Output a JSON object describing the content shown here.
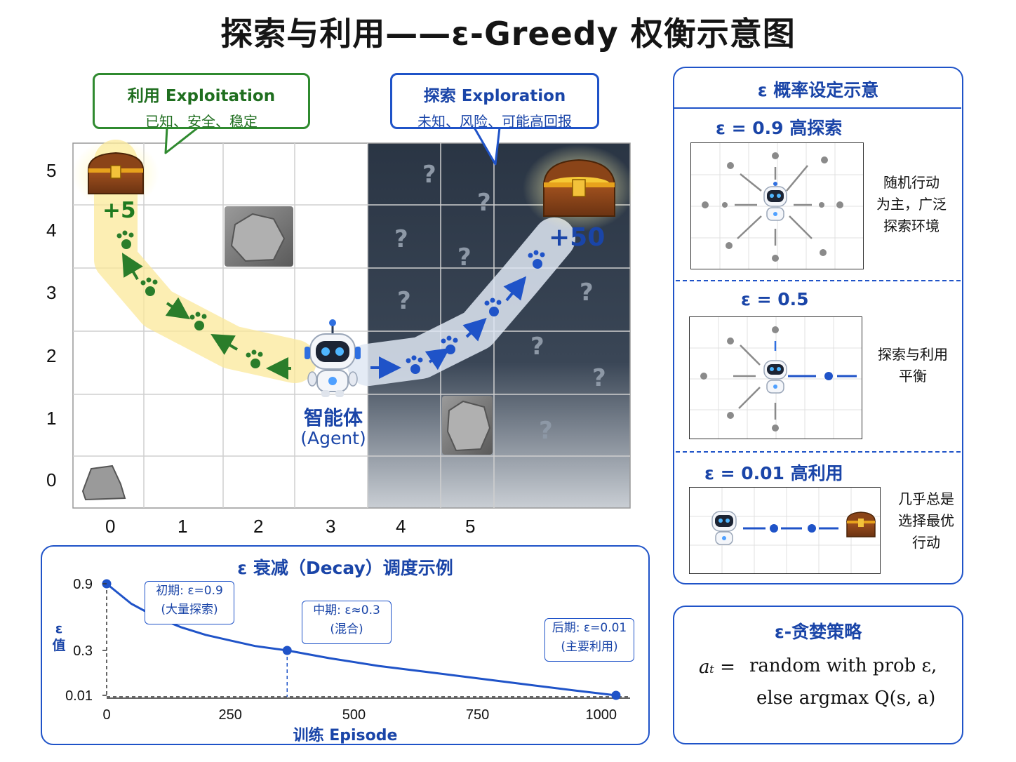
{
  "title": "探索与利用——ε-Greedy 权衡示意图",
  "exploitation": {
    "title": "利用 Exploitation",
    "subtitle": "已知、安全、稳定",
    "reward": "+5"
  },
  "exploration": {
    "title": "探索 Exploration",
    "subtitle": "未知、风险、可能高回报",
    "reward": "+50"
  },
  "agent": {
    "label": "智能体",
    "label_en": "(Agent)"
  },
  "grid": {
    "x_ticks": [
      "0",
      "1",
      "2",
      "3",
      "4",
      "5"
    ],
    "y_ticks": [
      "5",
      "4",
      "3",
      "2",
      "1",
      "0"
    ],
    "unknown_mark": "?"
  },
  "prob_panel": {
    "title": "ε 概率设定示意",
    "cases": [
      {
        "label": "ε = 0.9  高探索",
        "desc": [
          "随机行动",
          "为主，广泛",
          "探索环境"
        ]
      },
      {
        "label": "ε = 0.5",
        "desc": [
          "探索与利用",
          "平衡"
        ]
      },
      {
        "label": "ε = 0.01  高利用",
        "desc": [
          "几乎总是",
          "选择最优",
          "行动"
        ]
      }
    ]
  },
  "decay": {
    "title": "ε 衰减（Decay）调度示例",
    "ylabel": "ε\n值",
    "xlabel": "训练 Episode",
    "y_ticks": [
      "0.9",
      "0.3",
      "0.01"
    ],
    "x_ticks": [
      "0",
      "250",
      "500",
      "750",
      "1000"
    ],
    "notes": [
      {
        "line1": "初期: ε=0.9",
        "line2": "(大量探索)"
      },
      {
        "line1": "中期: ε≈0.3",
        "line2": "(混合)"
      },
      {
        "line1": "后期: ε=0.01",
        "line2": "(主要利用)"
      }
    ]
  },
  "chart_data": {
    "type": "line",
    "title": "ε 衰减（Decay）调度示例",
    "xlabel": "训练 Episode",
    "ylabel": "ε 值",
    "x": [
      0,
      50,
      100,
      150,
      200,
      250,
      300,
      365,
      450,
      550,
      650,
      750,
      850,
      950,
      1030
    ],
    "y": [
      0.9,
      0.72,
      0.6,
      0.51,
      0.44,
      0.39,
      0.34,
      0.3,
      0.25,
      0.2,
      0.16,
      0.12,
      0.08,
      0.04,
      0.01
    ],
    "markers": [
      {
        "x": 0,
        "y": 0.9
      },
      {
        "x": 365,
        "y": 0.3
      },
      {
        "x": 1030,
        "y": 0.01
      }
    ],
    "x_ticks": [
      0,
      250,
      500,
      750,
      1000
    ],
    "y_ticks": [
      0.9,
      0.3,
      0.01
    ],
    "xlim": [
      0,
      1040
    ],
    "ylim": [
      0,
      0.9
    ],
    "line_color": "#1f53c8"
  },
  "policy": {
    "title": "ε-贪婪策略",
    "lhs": "aₜ  =",
    "line1": "random with prob ε,",
    "line2": "else  argmax Q(s, a)"
  },
  "colors": {
    "accent": "#1f53c8",
    "green": "#2f8a2f",
    "fog": "#2c3847",
    "gold": "#e7a21c"
  }
}
